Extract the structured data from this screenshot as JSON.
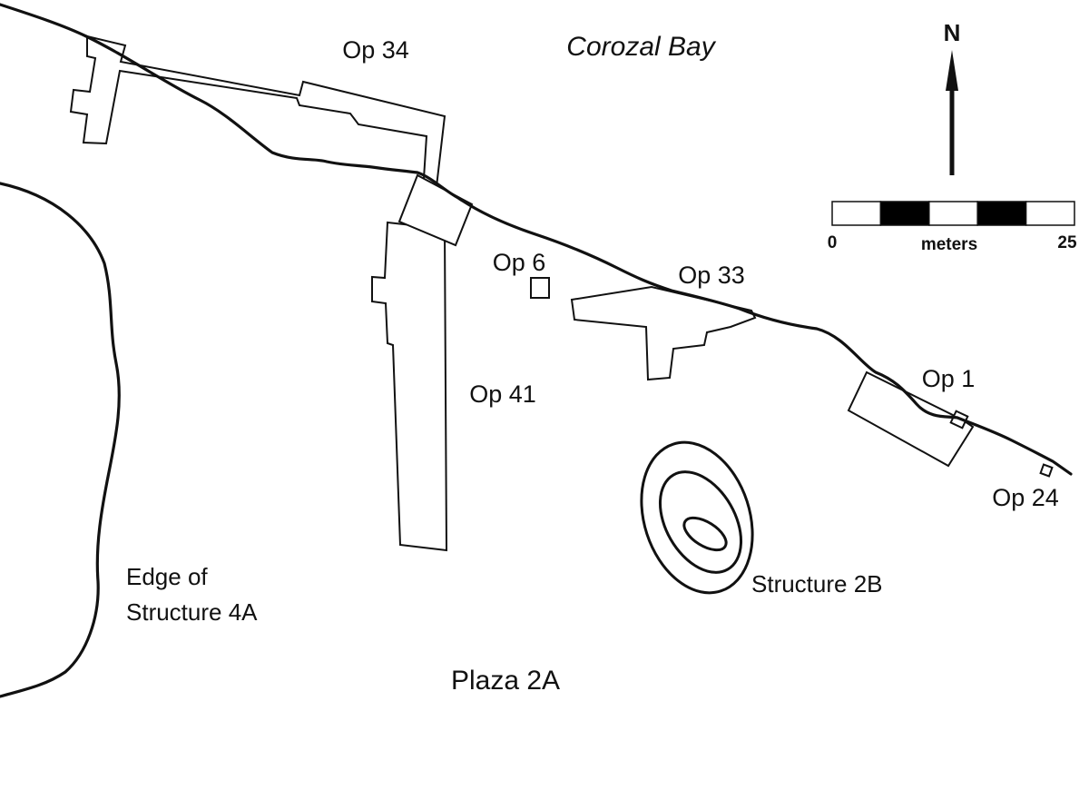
{
  "water": {
    "label": "Corozal Bay"
  },
  "north_arrow": {
    "label": "N"
  },
  "scale_bar": {
    "min_label": "0",
    "max_label": "25",
    "unit_label": "meters",
    "segments": [
      "white",
      "black",
      "white",
      "black",
      "white"
    ]
  },
  "operations": [
    {
      "id": "op34",
      "label": "Op 34"
    },
    {
      "id": "op6",
      "label": "Op 6"
    },
    {
      "id": "op33",
      "label": "Op 33"
    },
    {
      "id": "op41",
      "label": "Op 41"
    },
    {
      "id": "op1",
      "label": "Op 1"
    },
    {
      "id": "op24",
      "label": "Op 24"
    }
  ],
  "features": {
    "structure_4a_line1": "Edge of",
    "structure_4a_line2": "Structure 4A",
    "structure_2b": "Structure 2B",
    "plaza": "Plaza 2A"
  }
}
